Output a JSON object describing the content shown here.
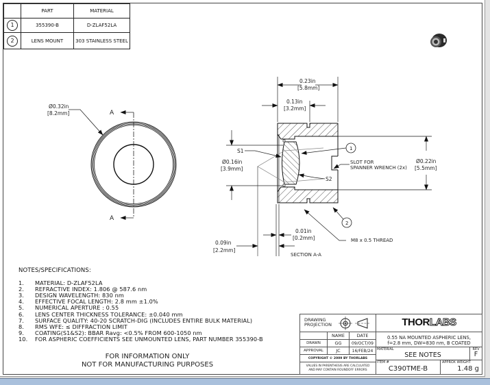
{
  "bom": {
    "headers": [
      "",
      "PART",
      "MATERIAL"
    ],
    "rows": [
      {
        "item": "1",
        "part": "355390-B",
        "material": "D-ZLAF52LA"
      },
      {
        "item": "2",
        "part": "LENS MOUNT",
        "material": "303 STAINLESS STEEL"
      }
    ]
  },
  "front_view": {
    "diameter_in": "Ø0.32in",
    "diameter_mm": "[8.2mm]",
    "section_label": "A"
  },
  "section_view": {
    "overall_length_in": "0.23in",
    "overall_length_mm": "[5.8mm]",
    "inner_length_in": "0.13in",
    "inner_length_mm": "[3.2mm]",
    "aperture_in": "Ø0.16in",
    "aperture_mm": "[3.9mm]",
    "bore_in": "Ø0.22in",
    "bore_mm": "[5.5mm]",
    "lens_offset_in": "0.01in",
    "lens_offset_mm": "[0.2mm]",
    "lens_depth_in": "0.09in",
    "lens_depth_mm": "[2.2mm]",
    "s1_label": "S1",
    "s2_label": "S2",
    "balloon_1": "1",
    "balloon_2": "2",
    "slot_label_1": "SLOT FOR",
    "slot_label_2": "SPANNER WRENCH (2x)",
    "thread_label": "M8 x 0.5 THREAD",
    "section_title": "SECTION A-A"
  },
  "notes": {
    "title": "NOTES/SPECIFICATIONS:",
    "items": [
      {
        "n": "1.",
        "text": "MATERIAL: D-ZLAF52LA"
      },
      {
        "n": "2.",
        "text": "REFRACTIVE INDEX: 1.806 @ 587.6 nm"
      },
      {
        "n": "3.",
        "text": "DESIGN WAVELENGTH: 830 nm"
      },
      {
        "n": "4.",
        "text": "EFFECTIVE FOCAL LENGTH: 2.8 mm ±1.0%"
      },
      {
        "n": "5.",
        "text": "NUMERICAL APERTURE : 0.55"
      },
      {
        "n": "6.",
        "text": "LENS CENTER THICKNESS TOLERANCE: ±0.040 mm"
      },
      {
        "n": "7.",
        "text": "SURFACE QUALITY: 40-20 SCRATCH-DIG (INCLUDES ENTIRE BULK MATERIAL)"
      },
      {
        "n": "8.",
        "text": "RMS WFE: ≤ DIFFRACTION LIMIT"
      },
      {
        "n": "9.",
        "text": "COATING(S1&S2): BBAR Ravg: <0.5% FROM 600-1050 nm"
      },
      {
        "n": "10.",
        "text": "FOR ASPHERIC COEFFICIENTS SEE UNMOUNTED LENS, PART NUMBER 355390-B"
      }
    ]
  },
  "disclaimer": {
    "line1": "FOR INFORMATION ONLY",
    "line2": "NOT FOR MANUFACTURING PURPOSES"
  },
  "title_block": {
    "projection_label_1": "DRAWING",
    "projection_label_2": "PROJECTION",
    "name_header": "NAME",
    "date_header": "DATE",
    "drawn_label": "DRAWN",
    "drawn_name": "GG",
    "drawn_date": "09/OCT/09",
    "approval_label": "APPROVAL",
    "approval_name": "JC",
    "approval_date": "16/FEB/24",
    "copyright": "COPYRIGHT © 2009 BY THORLABS",
    "values_note_1": "VALUES IN PARENTHESIS ARE CALCULATED",
    "values_note_2": "AND MAY CONTAIN ROUNDOFF ERRORS",
    "logo_bold": "THOR",
    "logo_outline": "LABS",
    "description_1": "0.55 NA MOUNTED ASPHERIC LENS,",
    "description_2": "f=2.8 mm, DW=830 nm, B COATED",
    "material_label": "MATERIAL",
    "material_value": "SEE NOTES",
    "rev_label": "REV",
    "rev_value": "F",
    "item_label": "ITEM #",
    "item_value": "C390TME-B",
    "weight_label": "APPROX WEIGHT",
    "weight_value": "1.48 g"
  }
}
